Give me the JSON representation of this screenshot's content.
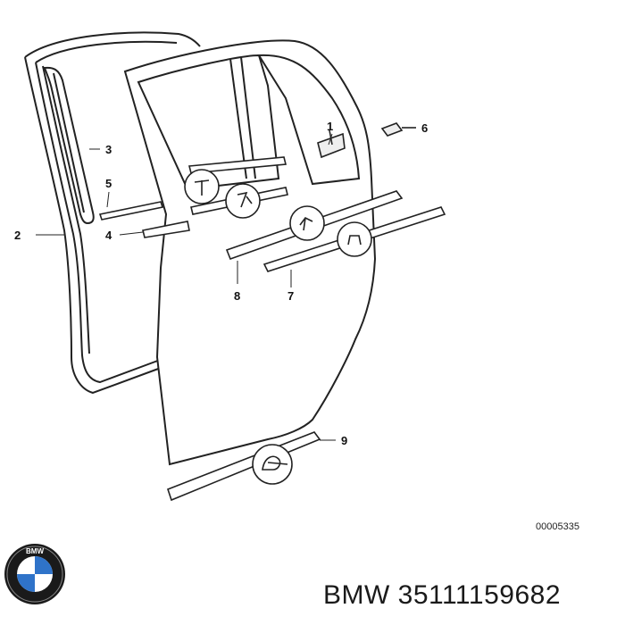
{
  "diagram": {
    "callouts": [
      {
        "id": "1",
        "label": "1"
      },
      {
        "id": "2",
        "label": "2"
      },
      {
        "id": "3",
        "label": "3"
      },
      {
        "id": "4",
        "label": "4"
      },
      {
        "id": "5",
        "label": "5"
      },
      {
        "id": "6",
        "label": "6"
      },
      {
        "id": "7",
        "label": "7"
      },
      {
        "id": "8",
        "label": "8"
      },
      {
        "id": "9",
        "label": "9"
      }
    ],
    "drawing_code": "00005335"
  },
  "caption": {
    "text": "BMW 35111159682"
  },
  "logo": {
    "icon": "bmw-roundel-icon",
    "text": "BMW",
    "colors": {
      "ring": "#1a1a1a",
      "blue": "#2f73c9",
      "white": "#ffffff"
    }
  }
}
